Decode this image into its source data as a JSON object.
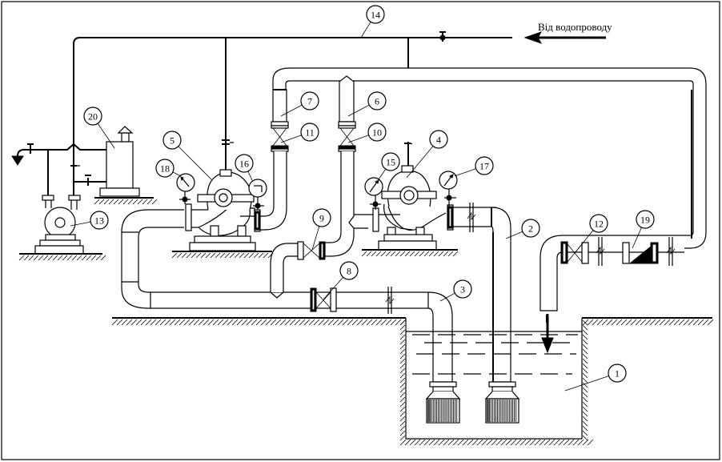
{
  "diagram": {
    "title": "Pumping station piping scheme",
    "inlet_caption": "Від водопроводу",
    "components": [
      {
        "id": "1",
        "name": "reservoir"
      },
      {
        "id": "2",
        "name": "suction-pipe-pump-4"
      },
      {
        "id": "3",
        "name": "suction-pipe-pump-5"
      },
      {
        "id": "4",
        "name": "pump-main-right"
      },
      {
        "id": "5",
        "name": "pump-main-left"
      },
      {
        "id": "6",
        "name": "discharge-transition-right"
      },
      {
        "id": "7",
        "name": "discharge-transition-left"
      },
      {
        "id": "8",
        "name": "gate-valve-suction-line"
      },
      {
        "id": "9",
        "name": "gate-valve-bypass"
      },
      {
        "id": "10",
        "name": "gate-valve-discharge-right"
      },
      {
        "id": "11",
        "name": "gate-valve-discharge-left"
      },
      {
        "id": "12",
        "name": "gate-valve-outlet"
      },
      {
        "id": "13",
        "name": "vacuum-pump"
      },
      {
        "id": "14",
        "name": "water-supply-line"
      },
      {
        "id": "15",
        "name": "vacuum-gauge-right"
      },
      {
        "id": "16",
        "name": "vacuum-gauge-left"
      },
      {
        "id": "17",
        "name": "pressure-gauge-right"
      },
      {
        "id": "18",
        "name": "pressure-gauge-left"
      },
      {
        "id": "19",
        "name": "flow-meter"
      },
      {
        "id": "20",
        "name": "water-air-tank"
      }
    ]
  }
}
